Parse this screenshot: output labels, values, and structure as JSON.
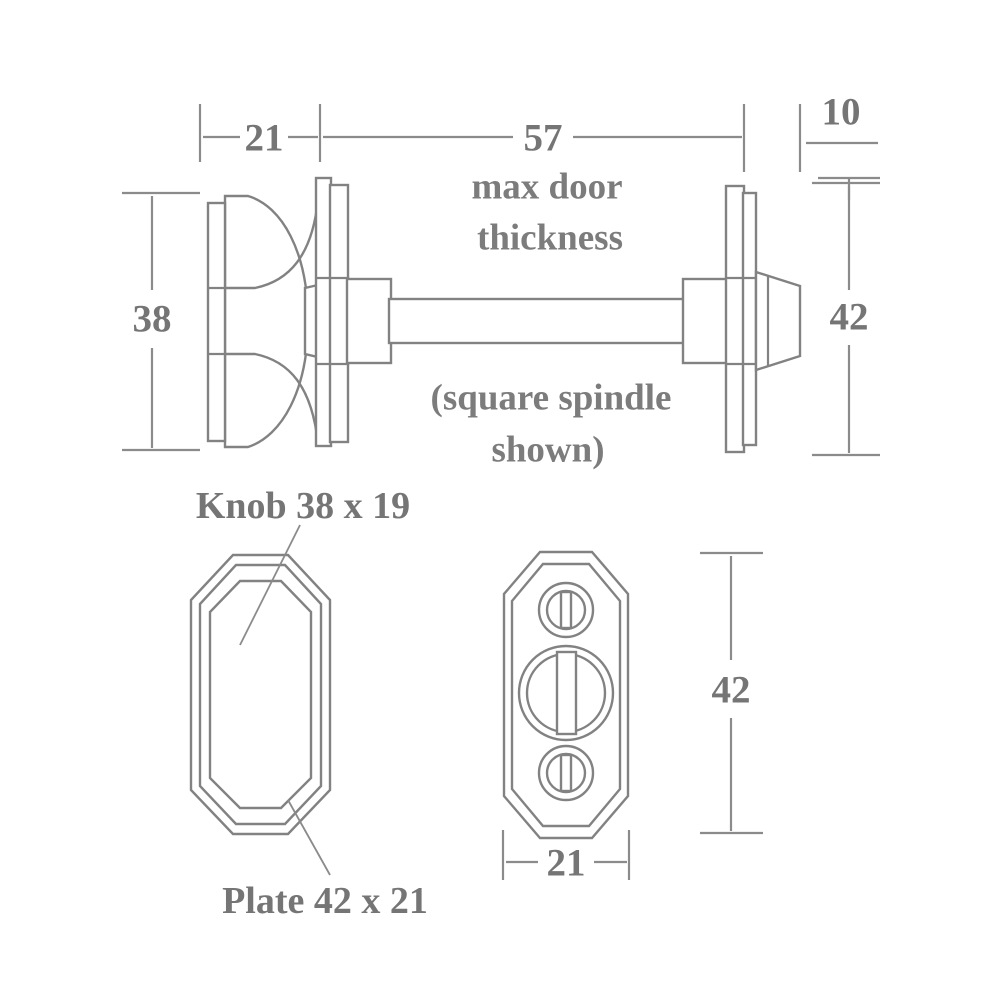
{
  "drawing": {
    "title": "Door knob and plate technical drawing",
    "units": "mm",
    "line_color": "#828282",
    "text_color": "#757575",
    "background_color": "#ffffff"
  },
  "elevation": {
    "name": "side-elevation-assembly",
    "dimensions": {
      "knob_projection": "21",
      "spindle_length": "57",
      "rose_thickness": "10",
      "knob_diameter": "38",
      "plate_height": "42"
    },
    "notes": {
      "max_door_thickness_line1": "max door",
      "max_door_thickness_line2": "thickness",
      "spindle_note_line1": "(square spindle",
      "spindle_note_line2": "shown)"
    }
  },
  "plan": {
    "name": "plate-plan-views",
    "labels": {
      "knob": "Knob 38 x 19",
      "plate": "Plate 42 x 21"
    },
    "dimensions": {
      "plate_height": "42",
      "plate_width": "21"
    },
    "features": {
      "thumbturn": "thumbturn-slot",
      "screw_hole_top": "screw-hole-top",
      "screw_hole_bottom": "screw-hole-bottom"
    }
  }
}
